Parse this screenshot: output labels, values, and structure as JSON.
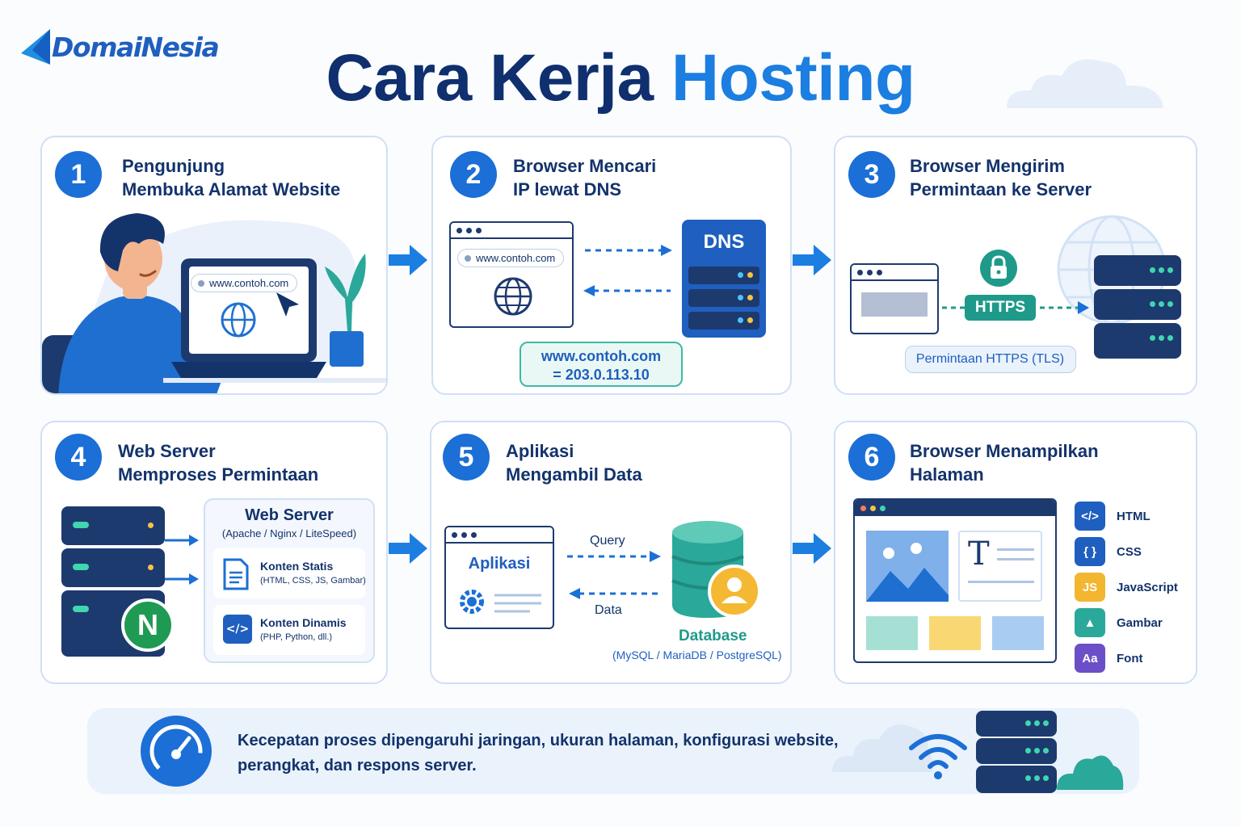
{
  "brand": {
    "name": "DomaiNesia"
  },
  "title": {
    "part1": "Cara Kerja",
    "part2": "Hosting"
  },
  "steps": [
    {
      "number": "1",
      "title": "Pengunjung\nMembuka Alamat Website",
      "url": "www.contoh.com"
    },
    {
      "number": "2",
      "title": "Browser Mencari\nIP lewat DNS",
      "url": "www.contoh.com",
      "dns_label": "DNS",
      "resolve_line1": "www.contoh.com",
      "resolve_line2": "= 203.0.113.10"
    },
    {
      "number": "3",
      "title": "Browser Mengirim\nPermintaan ke Server",
      "protocol": "HTTPS",
      "request_label": "Permintaan HTTPS (TLS)"
    },
    {
      "number": "4",
      "title": "Web Server\nMemproses Permintaan",
      "server_title": "Web Server",
      "server_subtitle": "(Apache / Nginx / LiteSpeed)",
      "static_title": "Konten Statis",
      "static_sub": "(HTML, CSS, JS, Gambar)",
      "dynamic_title": "Konten Dinamis",
      "dynamic_sub": "(PHP, Python, dll.)",
      "nginx_letter": "N"
    },
    {
      "number": "5",
      "title": "Aplikasi\nMengambil Data",
      "app_label": "Aplikasi",
      "query_label": "Query",
      "data_label": "Data",
      "db_label": "Database",
      "db_sub": "(MySQL / MariaDB / PostgreSQL)"
    },
    {
      "number": "6",
      "title": "Browser Menampilkan\nHalaman",
      "assets": [
        {
          "label": "HTML",
          "glyph": "</>",
          "color": "#1f5fbf"
        },
        {
          "label": "CSS",
          "glyph": "{ }",
          "color": "#1f5fbf"
        },
        {
          "label": "JavaScript",
          "glyph": "JS",
          "color": "#f2b630"
        },
        {
          "label": "Gambar",
          "glyph": "▲",
          "color": "#2aa89a"
        },
        {
          "label": "Font",
          "glyph": "Aa",
          "color": "#6a4fc8"
        }
      ],
      "text_glyph": "T"
    }
  ],
  "footer": {
    "text": "Kecepatan proses dipengaruhi jaringan, ukuran halaman, konfigurasi website, perangkat, dan respons server."
  },
  "colors": {
    "primary": "#1b6fd6",
    "navy": "#13336b",
    "accent": "#1b7ee0",
    "teal": "#1f9a8a",
    "border": "#cfe0f5"
  }
}
